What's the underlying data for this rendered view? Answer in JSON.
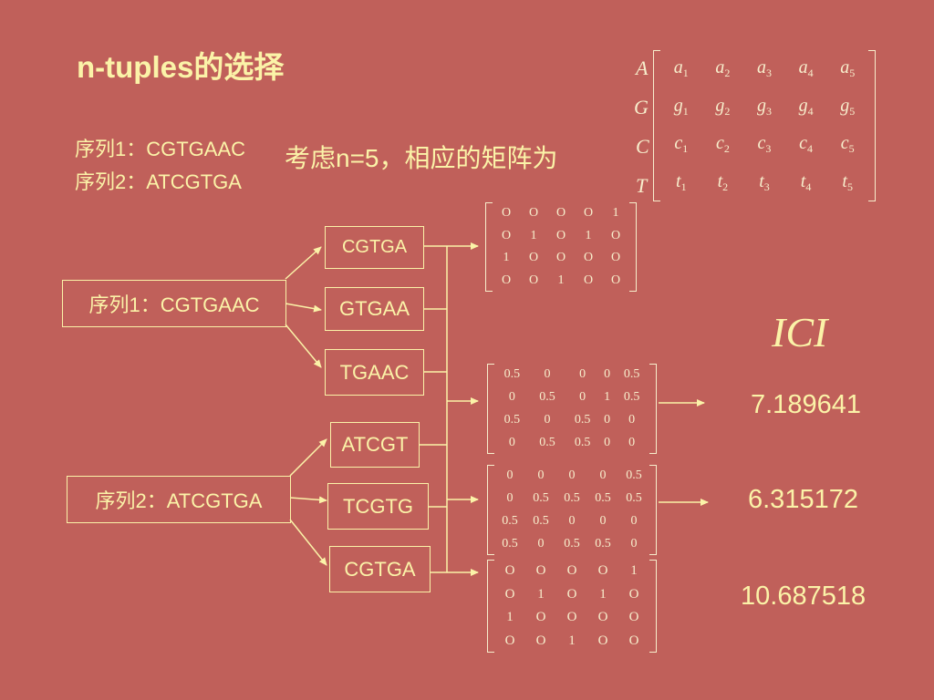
{
  "title": "n-tuples的选择",
  "seq1_line": "序列1：CGTGAAC",
  "seq2_line": "序列2：ATCGTGA",
  "consider": "考虑n=5，相应的矩阵为",
  "general_matrix": {
    "row_labels": [
      "A",
      "G",
      "C",
      "T"
    ],
    "letters": [
      "a",
      "g",
      "c",
      "t"
    ],
    "indices": [
      "1",
      "2",
      "3",
      "4",
      "5"
    ]
  },
  "seq1_box": "序列1：CGTGAAC",
  "seq2_box": "序列2：ATCGTGA",
  "tuples1": [
    "CGTGA",
    "GTGAA",
    "TGAAC"
  ],
  "tuples2": [
    "ATCGT",
    "TCGTG",
    "CGTGA"
  ],
  "matrices": {
    "m1": [
      [
        "O",
        "O",
        "O",
        "O",
        "1"
      ],
      [
        "O",
        "1",
        "O",
        "1",
        "O"
      ],
      [
        "1",
        "O",
        "O",
        "O",
        "O"
      ],
      [
        "O",
        "O",
        "1",
        "O",
        "O"
      ]
    ],
    "m2": [
      [
        "0.5",
        "0",
        "0",
        "0",
        "0.5"
      ],
      [
        "0",
        "0.5",
        "0",
        "1",
        "0.5"
      ],
      [
        "0.5",
        "0",
        "0.5",
        "0",
        "0"
      ],
      [
        "0",
        "0.5",
        "0.5",
        "0",
        "0"
      ]
    ],
    "m3": [
      [
        "0",
        "0",
        "0",
        "0",
        "0.5"
      ],
      [
        "0",
        "0.5",
        "0.5",
        "0.5",
        "0.5"
      ],
      [
        "0.5",
        "0.5",
        "0",
        "0",
        "0"
      ],
      [
        "0.5",
        "0",
        "0.5",
        "0.5",
        "0"
      ]
    ],
    "m4": [
      [
        "O",
        "O",
        "O",
        "O",
        "1"
      ],
      [
        "O",
        "1",
        "O",
        "1",
        "O"
      ],
      [
        "1",
        "O",
        "O",
        "O",
        "O"
      ],
      [
        "O",
        "O",
        "1",
        "O",
        "O"
      ]
    ]
  },
  "ici_title": "ICI",
  "ici_values": [
    "7.189641",
    "6.315172",
    "10.687518"
  ],
  "colors": {
    "background": "#c0605a",
    "text": "#fbf3a8"
  }
}
